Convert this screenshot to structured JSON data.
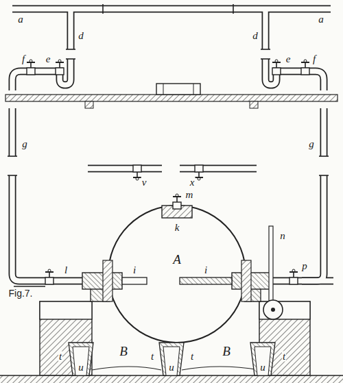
{
  "diagram": {
    "labels": [
      "a",
      "a",
      "d",
      "d",
      "f",
      "e",
      "e",
      "f",
      "g",
      "g",
      "v",
      "x",
      "m",
      "k",
      "A",
      "l",
      "i",
      "n",
      "i",
      "p",
      "t",
      "t",
      "t",
      "t",
      "B",
      "B",
      "u",
      "u",
      "u",
      "Fig.7."
    ]
  }
}
